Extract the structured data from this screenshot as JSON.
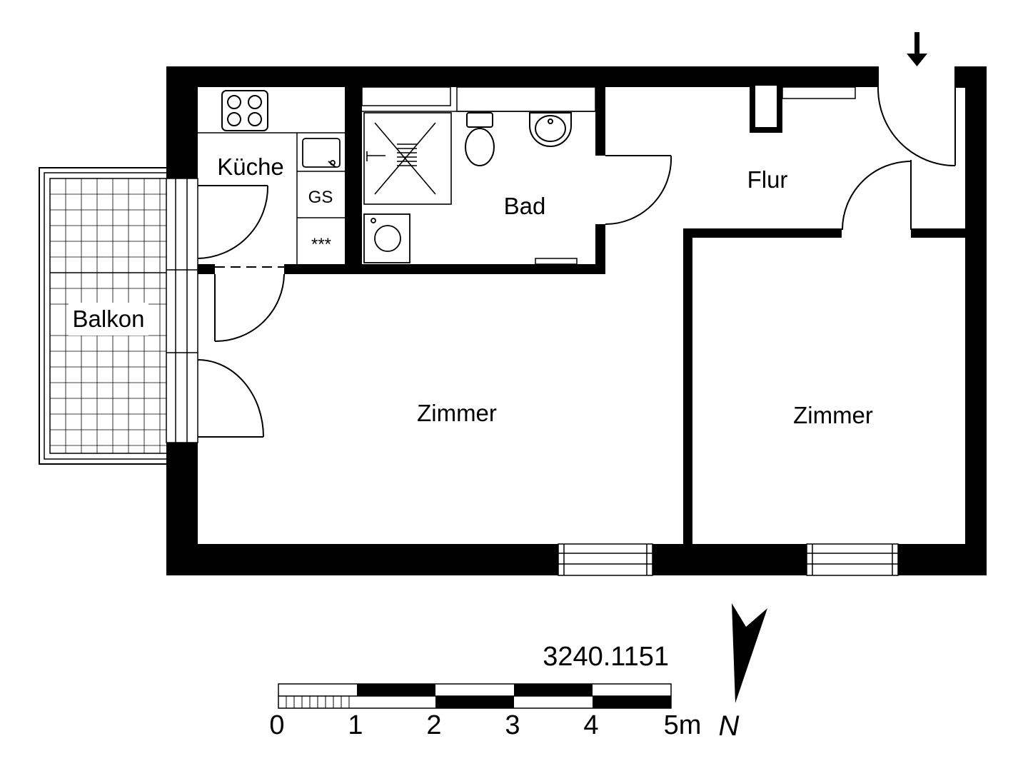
{
  "plan": {
    "id": "3240.1151",
    "north_label": "N",
    "colors": {
      "wall": "#000000",
      "line": "#000000",
      "background": "#ffffff"
    }
  },
  "rooms": {
    "kueche": "Küche",
    "bad": "Bad",
    "flur": "Flur",
    "balkon": "Balkon",
    "zimmer_1": "Zimmer",
    "zimmer_2": "Zimmer",
    "gs": "GS",
    "storage": "***"
  },
  "scale": {
    "labels": [
      "0",
      "1",
      "2",
      "3",
      "4",
      "5m"
    ]
  },
  "icons": [
    "entrance-arrow-icon",
    "cooktop-icon",
    "kitchen-sink-icon",
    "shower-icon",
    "toilet-icon",
    "washbasin-icon",
    "washing-machine-icon",
    "north-arrow-icon"
  ]
}
